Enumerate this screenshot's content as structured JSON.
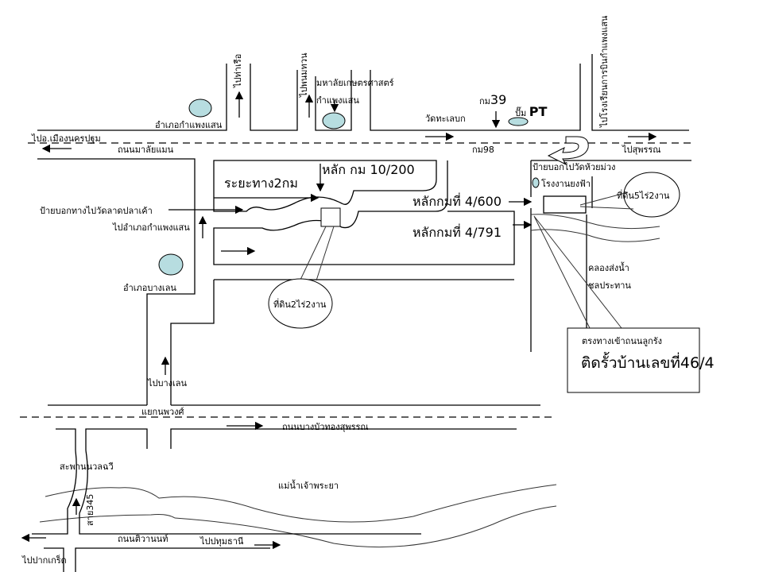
{
  "labels": {
    "to_port": "ไปท่าเรือ",
    "to_phanom_thuan": "ไปพนมทวน",
    "university_line1": "มหาลัยเกษตรศาสตร์",
    "university_line2": "กำแพงแสน",
    "kamphaeng_saen_district": "อำเภอกำแพงแสน",
    "to_nakhon_pathom": "ไปอ.เมืองนครปฐม",
    "malaiman_road": "ถนนมาลัยแมน",
    "wat_thale_bok": "วัดทะเลบก",
    "km39_prefix": "กม",
    "km39_number": "39",
    "pump_prefix": "ปั๊ม",
    "pump_brand": "PT",
    "km98": "กม98",
    "to_suphan": "ไปสุพรรณ",
    "to_flying_school": "ไปโรงเรียนการบินกำแพงแสน",
    "sign_wat_huai_muang": "ป้ายบอกไปวัดห้วยม่วง",
    "yongfa_factory": "โรงงานยงฟ้า",
    "land_5rai": "ที่ดิน5ไร่2งาน",
    "km_post_10_200": "หลัก กม 10/200",
    "distance_2km": "ระยะทาง2กม",
    "sign_wat_lat_pla_khao": "ป้ายบอกทางไปวัดลาดปลาเค้า",
    "to_kamphaeng_saen": "ไปอำเภอกำแพงแสน",
    "km_post_4_600": "หลักกมที่ 4/600",
    "km_post_4_791": "หลักกมที่ 4/791",
    "bang_len_district": "อำเภอบางเลน",
    "land_2rai": "ที่ดิน2ไร่2งาน",
    "canal_line1": "คลองส่งน้ำ",
    "canal_line2": "ชลประทาน",
    "entrance_line1": "ตรงทางเข้าถนนลูกรัง",
    "entrance_line2": "ติดรั้วบ้านเลขที่46/4",
    "to_bang_len": "ไปบางเลน",
    "nopphawong_junction": "แยกนพวงศ์",
    "bang_bua_thong_road": "ถนนบางบัวทองสุพรรณ",
    "nuanchawi_bridge": "สะพานนวลฉวี",
    "chao_phraya_river": "แม่น้ำเจ้าพระยา",
    "route_345": "สาย345",
    "tiwanon_road": "ถนนติวานนท์",
    "to_pathum_thani": "ไปปทุมธานี",
    "to_pak_kret": "ไปปากเกร็ด"
  },
  "colors": {
    "landmark_fill": "#b7dde0",
    "line": "#000000"
  }
}
